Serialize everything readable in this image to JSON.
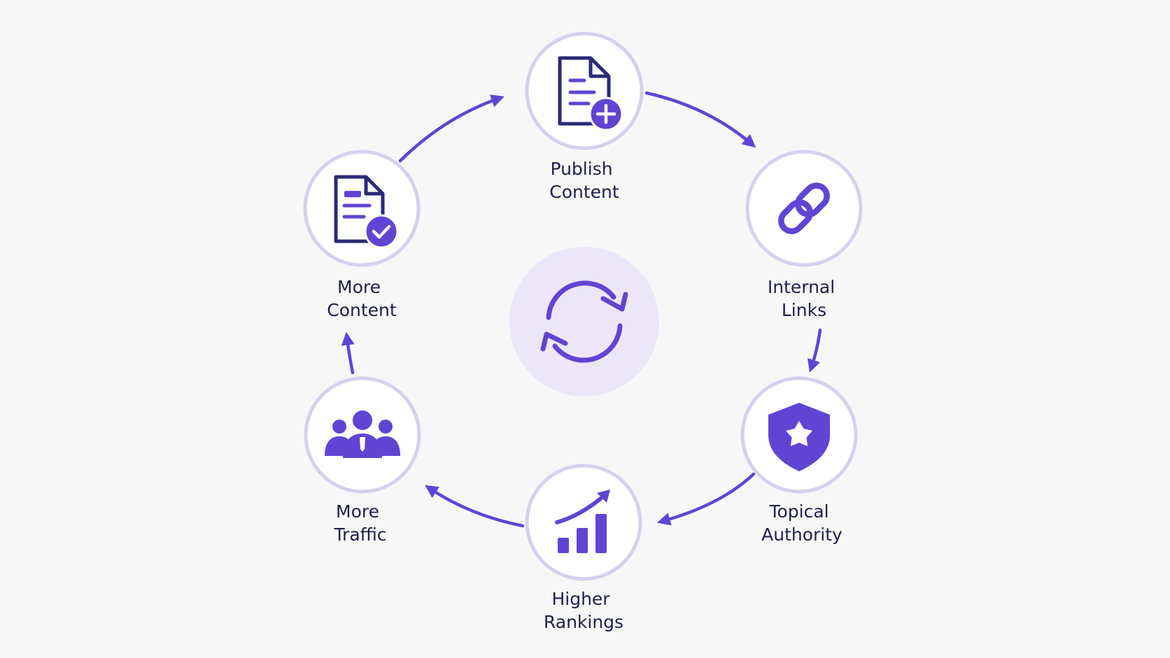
{
  "colors": {
    "background": "#f7f7f8",
    "accent": "#6045d4",
    "dark_icon": "#2a2a78",
    "ring": "#d6d0ef",
    "center_fill": "#ebe7f8",
    "label": "#1f1f4d"
  },
  "center": {
    "icon": "refresh-cycle-icon"
  },
  "nodes": [
    {
      "id": "publish-content",
      "icon": "document-plus-icon",
      "label_line1": "Publish",
      "label_line2": "Content"
    },
    {
      "id": "internal-links",
      "icon": "chain-link-icon",
      "label_line1": "Internal",
      "label_line2": "Links"
    },
    {
      "id": "topical-authority",
      "icon": "shield-star-icon",
      "label_line1": "Topical",
      "label_line2": "Authority"
    },
    {
      "id": "higher-rankings",
      "icon": "growth-chart-icon",
      "label_line1": "Higher",
      "label_line2": "Rankings"
    },
    {
      "id": "more-traffic",
      "icon": "users-group-icon",
      "label_line1": "More",
      "label_line2": "Traffic"
    },
    {
      "id": "more-content",
      "icon": "document-check-icon",
      "label_line1": "More",
      "label_line2": "Content"
    }
  ]
}
